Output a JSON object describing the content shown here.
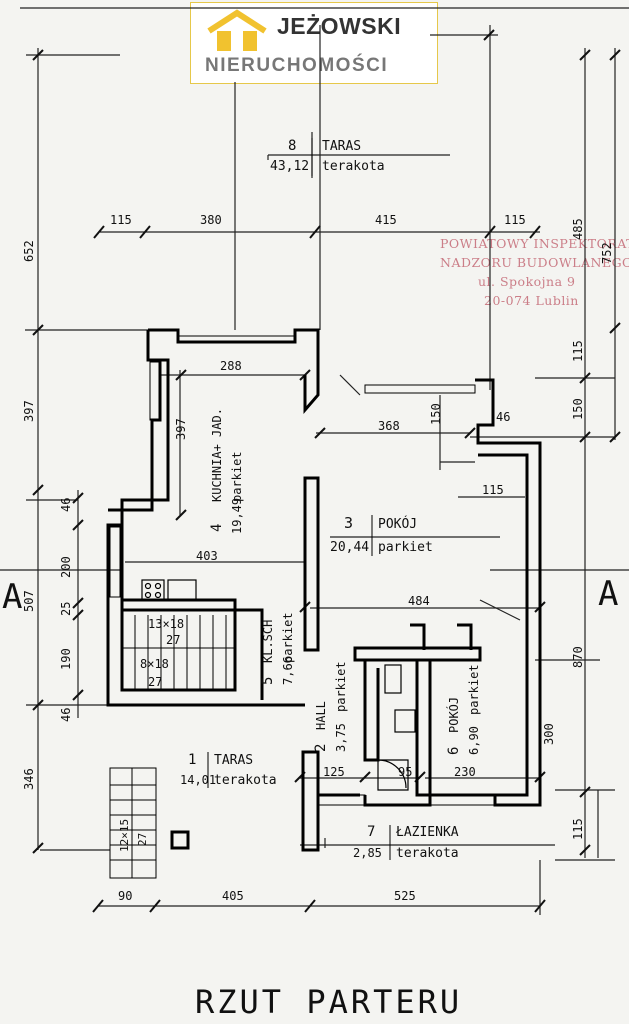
{
  "logo": {
    "brand": "JEŻOWSKI",
    "subtitle": "NIERUCHOMOŚCI"
  },
  "stamp": {
    "lines": [
      "POWIATOWY INSPEKTORAT",
      "NADZORU BUDOWLANEGO",
      "ul. Spokojna 9",
      "20-074 Lublin"
    ]
  },
  "title": "RZUT PARTERU",
  "section_marks": {
    "left": "A",
    "right": "A"
  },
  "rooms": [
    {
      "number": "8",
      "name": "TARAS",
      "area": "43,12",
      "finish": "terakota"
    },
    {
      "number": "4",
      "name": "KUCHNIA+ JAD.",
      "area": "19,49",
      "finish": "parkiet"
    },
    {
      "number": "3",
      "name": "POKÓJ",
      "area": "20,44",
      "finish": "parkiet"
    },
    {
      "number": "5",
      "name": "KL.SCH",
      "area": "7,66",
      "finish": "parkiet"
    },
    {
      "number": "2",
      "name": "HALL",
      "area": "3,75",
      "finish": "parkiet"
    },
    {
      "number": "6",
      "name": "POKÓJ",
      "area": "6,90",
      "finish": "parkiet"
    },
    {
      "number": "1",
      "name": "TARAS",
      "area": "14,01",
      "finish": "terakota"
    },
    {
      "number": "7",
      "name": "ŁAZIENKA",
      "area": "2,85",
      "finish": "terakota"
    }
  ],
  "stairs": {
    "upper": "13×18",
    "upper_sub": "27",
    "lower": "8×18",
    "lower_sub": "27",
    "outside": "12×15",
    "outside_sub": "27"
  },
  "dimensions": {
    "top_row": [
      "115",
      "380",
      "415",
      "115"
    ],
    "bottom_row": [
      "90",
      "405",
      "525"
    ],
    "left_outer": [
      "652",
      "397",
      "507",
      "346"
    ],
    "left_inner": [
      "46",
      "200",
      "25",
      "190",
      "46"
    ],
    "right_outer": [
      "485",
      "752"
    ],
    "right_inner": [
      "115",
      "150",
      "870",
      "115"
    ],
    "interior": [
      "288",
      "397",
      "368",
      "150",
      "46",
      "115",
      "403",
      "484",
      "125",
      "95",
      "230",
      "300"
    ]
  }
}
